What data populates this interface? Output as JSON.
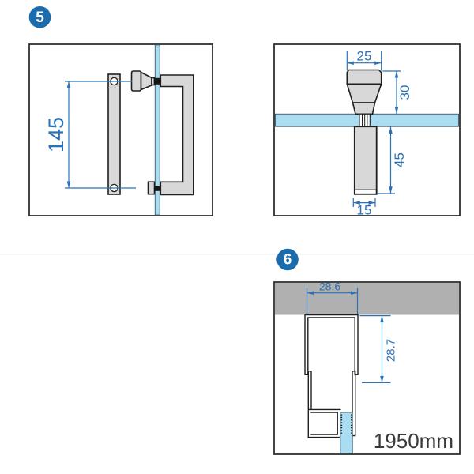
{
  "colors": {
    "dimension_blue": "#2a72b8",
    "badge_blue": "#1b6cad",
    "line_dark": "#1f1f1f",
    "metal_gray": "#d8d8d8",
    "glass_blue": "#aadcf2",
    "wall_gray": "#b0b0b0",
    "label_dark": "#3a3a3a"
  },
  "panels": {
    "handle_front": {
      "badge": "5",
      "hole_spacing_dim": "145"
    },
    "handle_cross_section": {
      "knob_top_width_dim": "25",
      "knob_height_dim": "30",
      "grip_length_dim": "45",
      "grip_width_dim": "15"
    },
    "profile_cross_section": {
      "badge": "6",
      "profile_width_dim": "28.6",
      "profile_height_dim": "28.7",
      "bar_length_label": "1950mm"
    }
  }
}
